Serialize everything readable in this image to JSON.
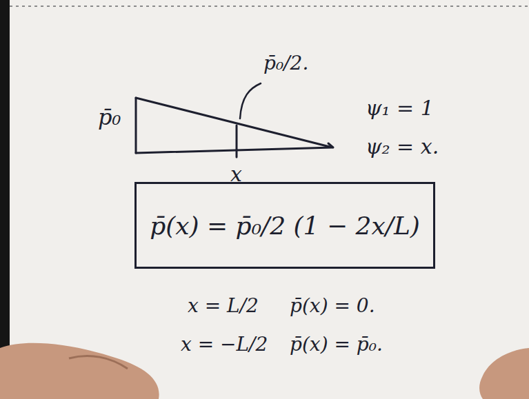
{
  "diagram": {
    "nodes": [
      {
        "text": [
          "p̄(x) = p̄₀/2 (1 − 2x/L)"
        ]
      }
    ],
    "labels": [
      "p̄₀",
      "p̄₀/2.",
      "x",
      "ψ₁ = 1",
      "ψ₂ = x.",
      "x = L/2",
      "p̄(x) = 0.",
      "x = −L/2",
      "p̄(x) = p̄₀."
    ]
  }
}
